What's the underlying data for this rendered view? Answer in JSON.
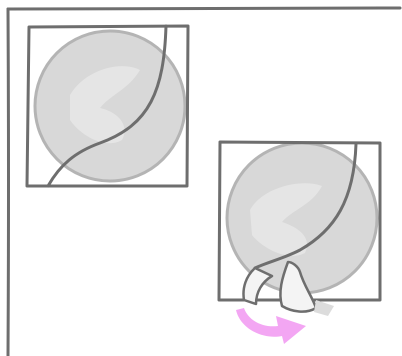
{
  "colors": {
    "background": "#ffffff",
    "line": "#6e6e6e",
    "ball_fill": "#d8d8d8",
    "ball_stroke": "#b4b4b4",
    "ball_highlight": "#e9e9e9",
    "arrow": "#f3a6f3"
  },
  "icons": {
    "frame": "page-corner-frame",
    "panel_before": "square-with-ball-before",
    "panel_after": "square-with-ball-after",
    "arrow": "magenta-curved-arrow-icon"
  }
}
